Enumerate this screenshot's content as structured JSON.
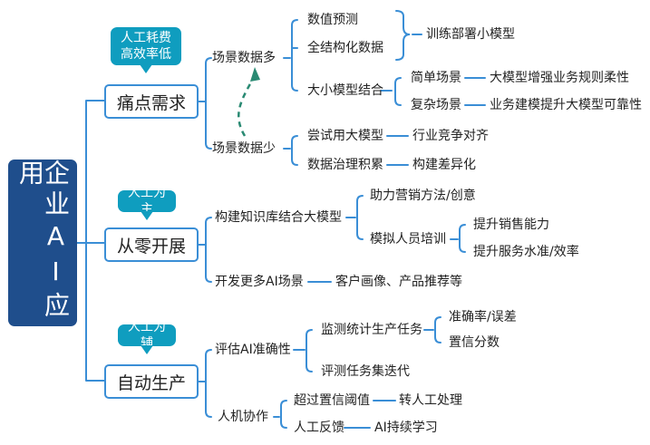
{
  "root": {
    "label": "企业AI应用"
  },
  "categories": {
    "pain": {
      "label": "痛点需求",
      "tag": "人工耗费高效率低"
    },
    "zero": {
      "label": "从零开展",
      "tag": "人工为主"
    },
    "auto": {
      "label": "自动生产",
      "tag": "人工为辅"
    }
  },
  "pain": {
    "more": "场景数据多",
    "numeric": "数值预测",
    "structured": "全结构化数据",
    "train_small": "训练部署小模型",
    "mix": "大小模型结合",
    "simple": "简单场景",
    "simple_out": "大模型增强业务规则柔性",
    "complex": "复杂场景",
    "complex_out": "业务建模提升大模型可靠性",
    "less": "场景数据少",
    "try": "尝试用大模型",
    "try_out": "行业竞争对齐",
    "govern": "数据治理积累",
    "govern_out": "构建差异化"
  },
  "zero": {
    "kb": "构建知识库结合大模型",
    "help": "助力营销方法/创意",
    "sim": "模拟人员培训",
    "sales": "提升销售能力",
    "service": "提升服务水准/效率",
    "dev": "开发更多AI场景",
    "dev_out": "客户画像、产品推荐等"
  },
  "auto": {
    "eval": "评估AI准确性",
    "monitor": "监测统计生产任务",
    "acc": "准确率/误差",
    "conf": "置信分数",
    "testset": "评测任务集迭代",
    "collab": "人机协作",
    "threshold": "超过置信阈值",
    "to_human": "转人工处理",
    "feedback": "人工反馈",
    "learn": "AI持续学习"
  },
  "colors": {
    "line": "#3a8ed6",
    "root": "#1f4e8c",
    "tag": "#0f9dbf",
    "arrow": "#2a8a73"
  }
}
